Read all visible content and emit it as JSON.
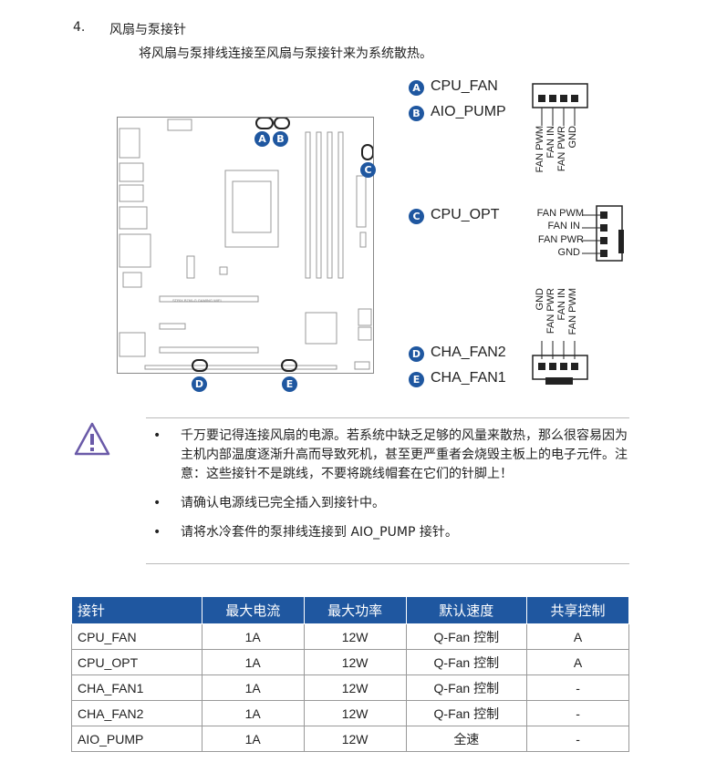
{
  "section": {
    "number": "4.",
    "title": "风扇与泵接针",
    "intro": "将风扇与泵排线连接至风扇与泵接针来为系统散热。"
  },
  "diagram": {
    "connectors": [
      {
        "badge": "A",
        "name": "CPU_FAN"
      },
      {
        "badge": "B",
        "name": "AIO_PUMP"
      },
      {
        "badge": "C",
        "name": "CPU_OPT"
      },
      {
        "badge": "D",
        "name": "CHA_FAN2"
      },
      {
        "badge": "E",
        "name": "CHA_FAN1"
      }
    ],
    "pins_top": [
      "FAN PWM",
      "FAN IN",
      "FAN PWR",
      "GND"
    ],
    "pins_mid": [
      "FAN PWM",
      "FAN IN",
      "FAN PWR",
      "GND"
    ],
    "pins_bottom": [
      "GND",
      "FAN PWR",
      "FAN IN",
      "FAN PWM"
    ],
    "board_text": "STRIX B760-G GAMING WIFI"
  },
  "warnings": [
    "千万要记得连接风扇的电源。若系统中缺乏足够的风量来散热，那么很容易因为主机内部温度逐渐升高而导致死机，甚至更严重者会烧毁主板上的电子元件。注意：这些接针不是跳线，不要将跳线帽套在它们的针脚上！",
    "请确认电源线已完全插入到接针中。",
    "请将水冷套件的泵排线连接到 AIO_PUMP 接针。"
  ],
  "bullet": "•",
  "table": {
    "headers": [
      "接针",
      "最大电流",
      "最大功率",
      "默认速度",
      "共享控制"
    ],
    "rows": [
      [
        "CPU_FAN",
        "1A",
        "12W",
        "Q-Fan 控制",
        "A"
      ],
      [
        "CPU_OPT",
        "1A",
        "12W",
        "Q-Fan 控制",
        "A"
      ],
      [
        "CHA_FAN1",
        "1A",
        "12W",
        "Q-Fan 控制",
        "-"
      ],
      [
        "CHA_FAN2",
        "1A",
        "12W",
        "Q-Fan 控制",
        "-"
      ],
      [
        "AIO_PUMP",
        "1A",
        "12W",
        "全速",
        "-"
      ]
    ]
  },
  "colors": {
    "accent": "#1f57a0",
    "warning_icon": "#6a5aa8"
  }
}
